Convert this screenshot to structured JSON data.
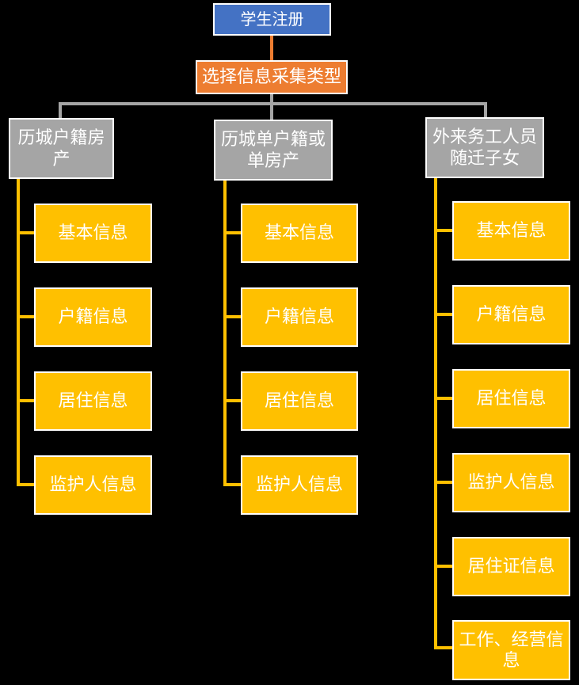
{
  "colors": {
    "background": "#000000",
    "root_fill": "#4472C4",
    "selector_fill": "#ED7D31",
    "branch_fill": "#A5A5A5",
    "leaf_fill": "#FFC000",
    "border": "#FFFFFF",
    "text": "#FFFFFF",
    "connector_orange": "#ED7D31",
    "connector_gray": "#A5A5A5",
    "connector_yellow": "#FFC000"
  },
  "tree": {
    "root": {
      "label": "学生注册"
    },
    "selector": {
      "label": "选择信息采集类型"
    },
    "branches": [
      {
        "label": "历城户籍房产",
        "children": [
          "基本信息",
          "户籍信息",
          "居住信息",
          "监护人信息"
        ]
      },
      {
        "label": "历城单户籍或单房产",
        "children": [
          "基本信息",
          "户籍信息",
          "居住信息",
          "监护人信息"
        ]
      },
      {
        "label": "外来务工人员随迁子女",
        "children": [
          "基本信息",
          "户籍信息",
          "居住信息",
          "监护人信息",
          "居住证信息",
          "工作、经营信息"
        ]
      }
    ]
  }
}
